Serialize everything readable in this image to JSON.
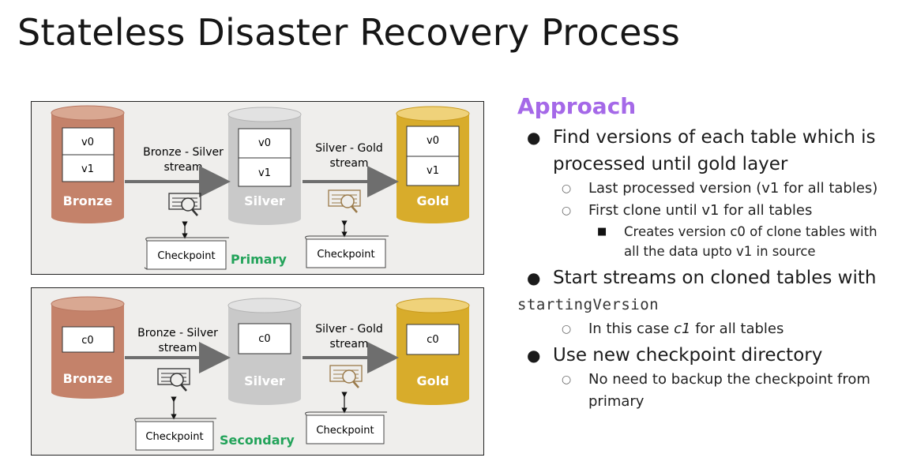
{
  "title": "Stateless Disaster Recovery Process",
  "primary": {
    "bronze": "Bronze",
    "silver": "Silver",
    "gold": "Gold",
    "bronze_versions": [
      "v0",
      "v1"
    ],
    "silver_versions": [
      "v0",
      "v1"
    ],
    "gold_versions": [
      "v0",
      "v1"
    ],
    "stream1": [
      "Bronze - Silver",
      "stream"
    ],
    "stream2": [
      "Silver - Gold",
      "stream"
    ],
    "checkpoint1": "Checkpoint",
    "checkpoint2": "Checkpoint",
    "site_label": "Primary"
  },
  "secondary": {
    "bronze": "Bronze",
    "silver": "Silver",
    "gold": "Gold",
    "bronze_versions": [
      "c0"
    ],
    "silver_versions": [
      "c0"
    ],
    "gold_versions": [
      "c0"
    ],
    "stream1": [
      "Bronze - Silver",
      "stream"
    ],
    "stream2": [
      "Silver - Gold",
      "stream"
    ],
    "checkpoint1": "Checkpoint",
    "checkpoint2": "Checkpoint",
    "site_label": "Secondary"
  },
  "approach": {
    "heading": "Approach",
    "bullet1_line1": "Find versions of each table which is",
    "bullet1_line2": "processed until gold layer",
    "sub1a": "Last processed version (v1 for all tables)",
    "sub1b": "First clone until v1 for all tables",
    "sub1b_i_line1": "Creates version c0 of clone tables with",
    "sub1b_i_line2": "all the data upto v1 in source",
    "bullet2_line1": "Start streams on cloned tables with",
    "bullet2_code": "startingVersion",
    "sub2a_pre": "In this case ",
    "sub2a_em": "c1",
    "sub2a_post": " for all tables",
    "bullet3": "Use new checkpoint directory",
    "sub3a_line1": "No need to backup the checkpoint from",
    "sub3a_line2": "primary"
  },
  "colors": {
    "bronze": "#c4826a",
    "silver": "#c9c9c9",
    "gold": "#d8ac2b",
    "primary_label": "#23a35a",
    "approach": "#a569e8",
    "arrow": "#6e6e6e"
  },
  "icons": [
    "database-cylinder-icon",
    "stream-search-icon",
    "checkpoint-scroll-icon",
    "double-arrow-icon",
    "bullet-disc-icon",
    "bullet-circle-icon",
    "bullet-square-icon"
  ]
}
